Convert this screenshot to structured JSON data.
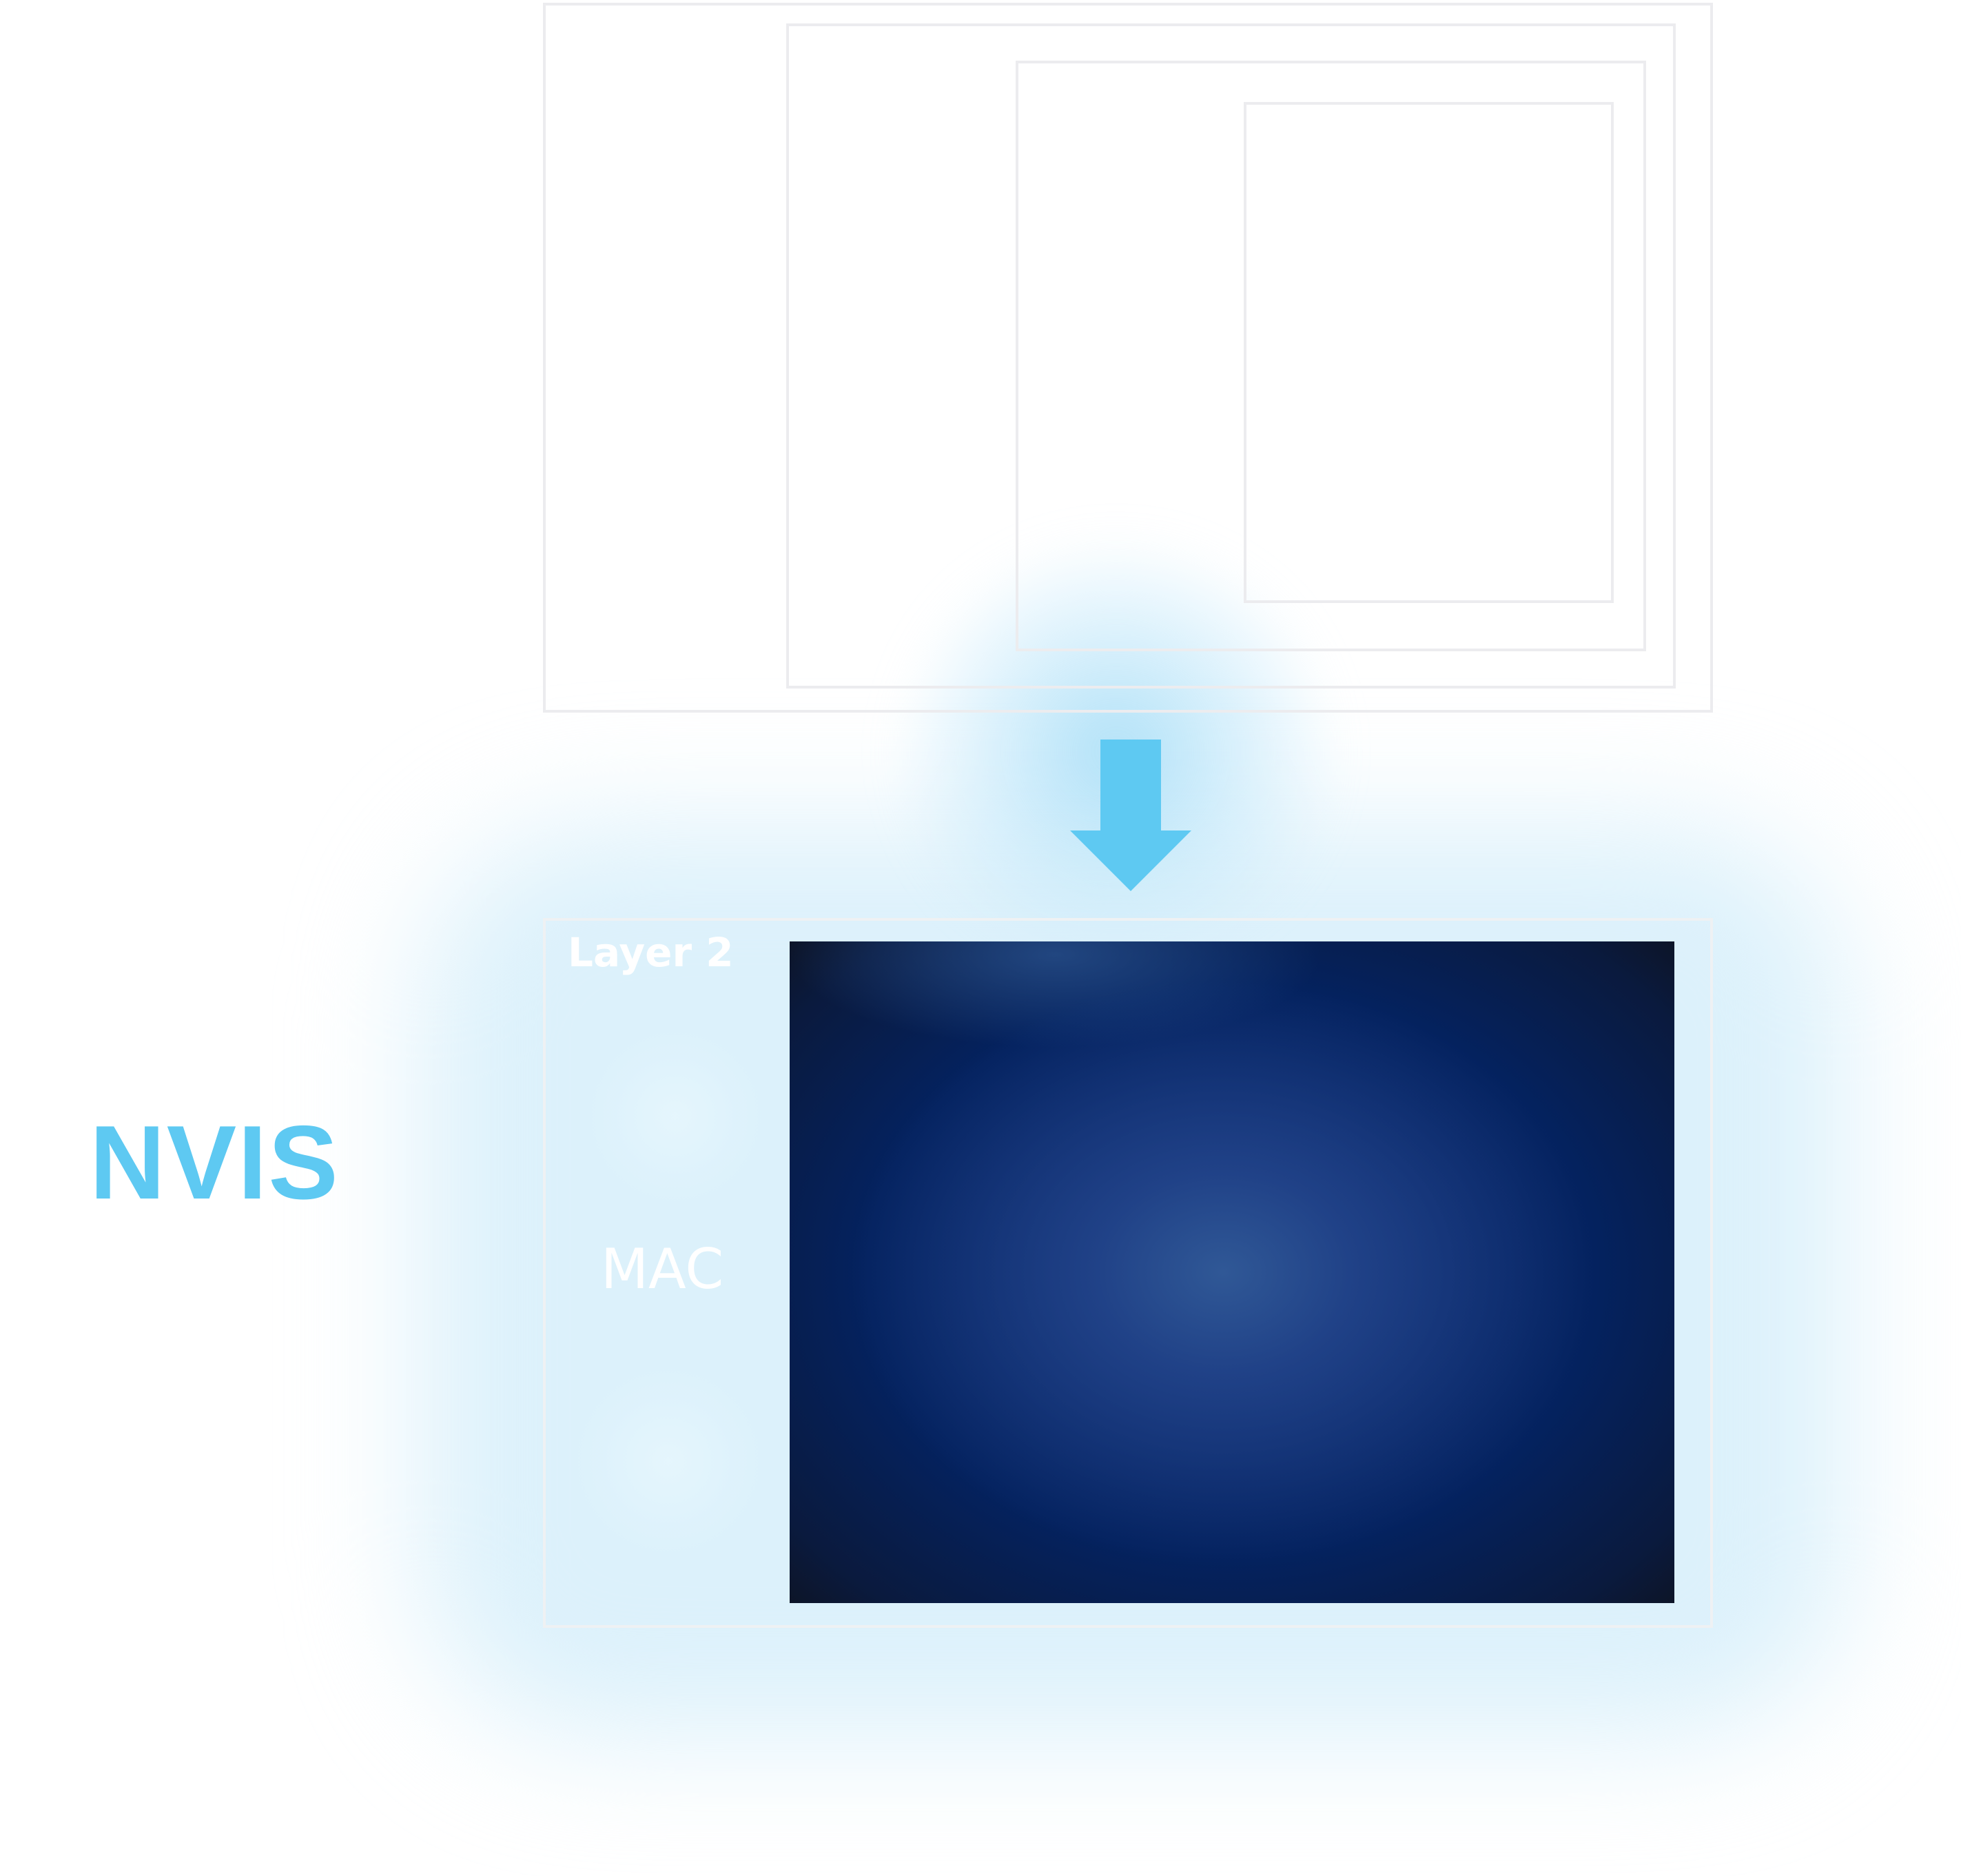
{
  "diagram": {
    "label": "NVIS",
    "layer_title": "Layer 2",
    "block_label": "MAC",
    "accent_color": "#5ec9f2",
    "glow_color": "#dcf1fb",
    "frame_color": "#ececef",
    "arrow_direction": "down",
    "screen_colors": [
      "#2f5898",
      "#04225f",
      "#0f1118"
    ]
  }
}
